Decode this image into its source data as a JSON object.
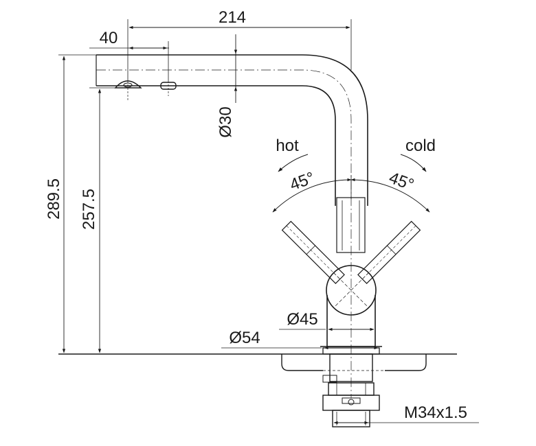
{
  "dimensions": {
    "total_reach": "214",
    "aerator_offset": "40",
    "spout_diameter": "Ø30",
    "total_height": "289.5",
    "spout_height": "257.5",
    "body_diameter": "Ø45",
    "base_diameter": "Ø54",
    "thread": "M34x1.5"
  },
  "labels": {
    "hot": "hot",
    "cold": "cold",
    "angle_hot": "45°",
    "angle_cold": "45°"
  },
  "colors": {
    "line": "#1a1a1a",
    "fill_light": "#e6e6e6",
    "background": "#ffffff"
  }
}
